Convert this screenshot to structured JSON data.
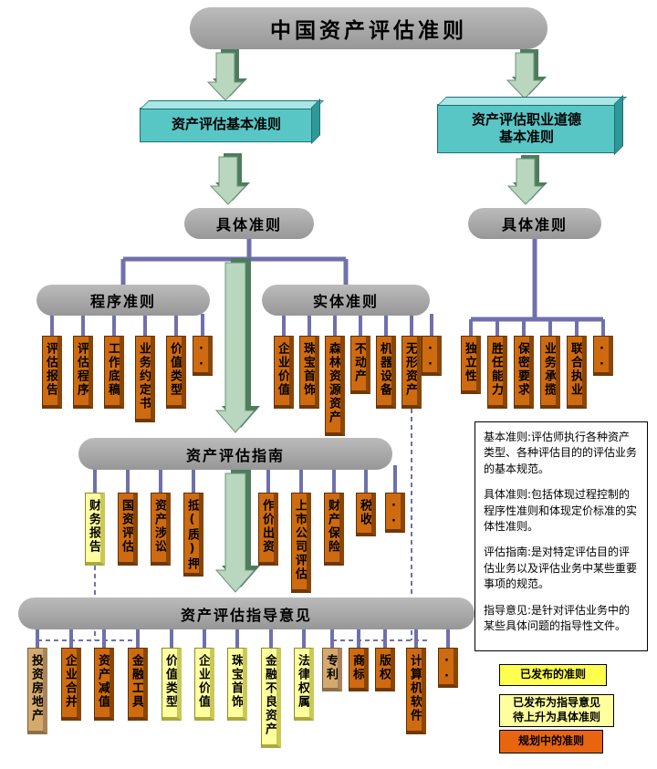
{
  "title": "中国资产评估准则",
  "nodes": {
    "basic_left": "资产评估基本准则",
    "basic_right": "资产评估职业道德基本准则",
    "specific_left": "具体准则",
    "specific_right": "具体准则",
    "procedural": "程序准则",
    "substantive": "实体准则",
    "guides": "资产评估指南",
    "opinions": "资产评估指导意见"
  },
  "groups": {
    "procedural": [
      "评估报告",
      "评估程序",
      "工作底稿",
      "业务约定书",
      "价值类型",
      "···"
    ],
    "substantive": [
      "企业价值",
      "珠宝首饰",
      "森林资源资产",
      "不动产",
      "机器设备",
      "无形资产",
      "···"
    ],
    "ethics": [
      "独立性",
      "胜任能力",
      "保密要求",
      "业务承揽",
      "联合执业",
      "···"
    ],
    "guides": [
      "财务报告",
      "国资评估",
      "资产涉讼",
      "抵(质)押",
      "作价出资",
      "上市公司评估",
      "财产保险",
      "税收",
      "···"
    ],
    "opinions": [
      "投资房地产",
      "企业合并",
      "资产减值",
      "金融工具",
      "价值类型",
      "企业价值",
      "珠宝首饰",
      "金融不良资产",
      "法律权属",
      "专利",
      "商标",
      "版权",
      "计算机软件",
      "···"
    ]
  },
  "notes": [
    "基本准则:评估师执行各种资产类型、各种评估目的的评估业务的基本规范。",
    "具体准则:包括体现过程控制的程序性准则和体现定价标准的实体性准则。",
    "评估指南:是对特定评估目的评估业务以及评估业务中某些重要事项的规范。",
    "指导意见:是针对评估业务中的某些具体问题的指导性文件。"
  ],
  "legend": [
    {
      "label": "已发布的准则",
      "color": "#ffff4d"
    },
    {
      "label": "已发布为指导意见待上升为具体准则",
      "color": "#ffff9e"
    },
    {
      "label": "规划中的准则",
      "color": "#e8650f"
    }
  ],
  "colors": {
    "standard": "#ce6b10",
    "guidance": "#ffff9e",
    "planned": "#d4a96d",
    "basic": "#59c6c6",
    "node": "#a8a8a8",
    "connector": "#7070ad",
    "arrow": "#b9d6be",
    "arrow_depth": "#4c7c5c"
  }
}
